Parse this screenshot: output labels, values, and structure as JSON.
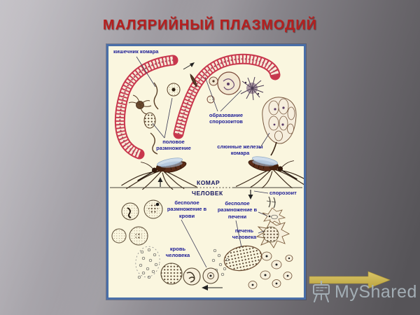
{
  "slide": {
    "title": "МАЛЯРИЙНЫЙ ПЛАЗМОДИЙ",
    "title_color": "#b51f1f"
  },
  "diagram": {
    "background": "#faf6df",
    "border_color": "#4a6fa8",
    "label_color": "#1c1c96",
    "labels": {
      "mosquito_gut": "кишечник комара",
      "sporozoite_formation": "образование спорозоитов",
      "sexual_reproduction": "половое размножение",
      "salivary_glands": "слюнные железы комара",
      "mosquito_zone": "КОМАР",
      "human_zone": "ЧЕЛОВЕК",
      "sporozoite": "спорозоит",
      "asexual_blood": "бесполое размножение в крови",
      "asexual_liver": "бесполое размножение в печени",
      "human_liver": "печень человека",
      "human_blood": "кровь человека"
    }
  },
  "watermark": {
    "text": "MyShared",
    "text_color": "#a9b5bc",
    "arrow_color": "#d6c14f"
  }
}
